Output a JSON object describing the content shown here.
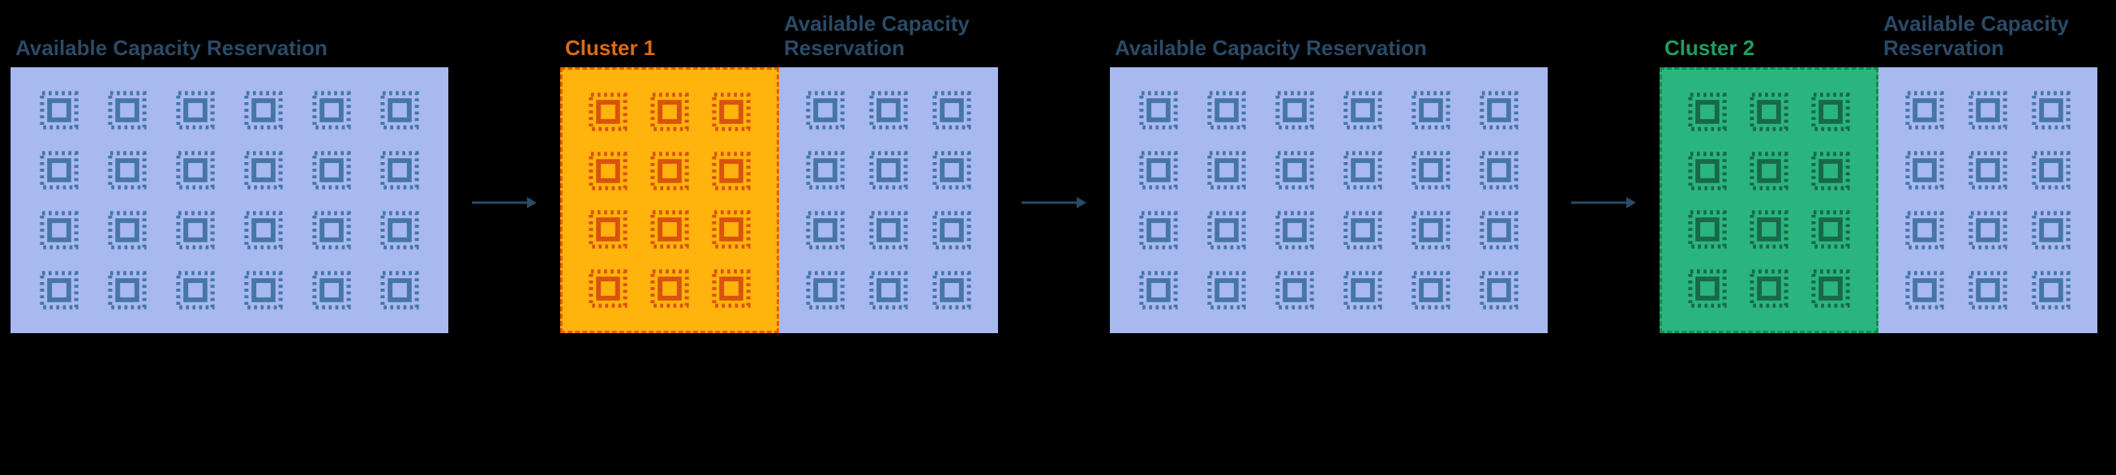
{
  "colors": {
    "page_bg": "#000000",
    "reservation_fill": "#A8B9F0",
    "label_blue": "#2B4A66",
    "chip_blue": "#4677A4",
    "cluster1_fill": "#FFB30D",
    "cluster1_text": "#DD6B10",
    "cluster1_border": "#E25E0D",
    "chip_orange": "#D9530B",
    "cluster2_fill": "#2BB57E",
    "cluster2_text": "#1F9D63",
    "cluster2_border": "#168B53",
    "chip_green": "#17694A",
    "arrow": "#2B4A66"
  },
  "diagram": {
    "panel1": {
      "label": "Available Capacity Reservation",
      "grid": {
        "cols": 6,
        "rows": 4
      }
    },
    "panel2": {
      "cluster": {
        "label": "Cluster 1",
        "grid": {
          "cols": 3,
          "rows": 4
        }
      },
      "reservation": {
        "label": "Available Capacity Reservation",
        "grid": {
          "cols": 3,
          "rows": 4
        }
      }
    },
    "panel3": {
      "label": "Available Capacity Reservation",
      "grid": {
        "cols": 6,
        "rows": 4
      }
    },
    "panel4": {
      "cluster": {
        "label": "Cluster 2",
        "grid": {
          "cols": 3,
          "rows": 4
        }
      },
      "reservation": {
        "label": "Available Capacity Reservation",
        "grid": {
          "cols": 3,
          "rows": 4
        }
      }
    }
  }
}
